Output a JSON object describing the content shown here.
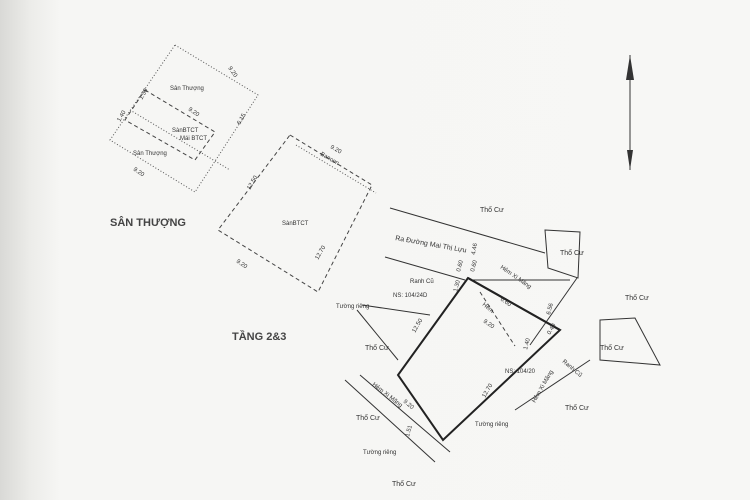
{
  "labels": {
    "san_thuong_title": "SÂN THƯỢNG",
    "tang_title": "TẦNG 2&3",
    "san_thuong_1": "Sân Thượng",
    "san_thuong_2": "Sân Thượng",
    "san_btct_1": "SànBTCT",
    "mai_btct": "Mái BTCT",
    "san_btct_2": "SànBTCT",
    "bancon": "Bancon",
    "ra_duong": "Ra Đường Mai Thị Lựu",
    "ranh_cu_1": "Ranh Cũ",
    "ranh_cu_2": "Ranh Cũ",
    "ns_1": "NS: 104/24D",
    "ns_2": "NS: 104/20",
    "hem": "Hẻm",
    "hem_xi_mang_1": "Hẻm Xi Măng",
    "hem_xi_mang_2": "Hẻm Xi Măng",
    "hem_xi_mang_3": "Hẻm Xi Măng",
    "tuong_rieng_1": "Tường riêng",
    "tuong_rieng_2": "Tường riêng",
    "tuong_rieng_3": "Tường riêng",
    "tho_cu": [
      "Thổ Cư",
      "Thổ Cư",
      "Thổ Cư",
      "Thổ Cư",
      "Thổ Cư",
      "Thổ Cư",
      "Thổ Cư",
      "Thổ Cư"
    ]
  },
  "dimensions": {
    "d920a": "9.20",
    "d615": "6.15",
    "d130": "1.30",
    "d140": "1.40",
    "d920b": "9.20",
    "d920c": "9.20",
    "d920d": "9.20",
    "d1250a": "12.50",
    "d1270a": "12.70",
    "d920e": "9.20",
    "d060a": "0.60",
    "d060b": "0.60",
    "d446": "4.46",
    "d660": "6.60",
    "d920f": "9.20",
    "d1250b": "12.50",
    "d1270b": "12.70",
    "d040": "0.40",
    "d656": "6.56",
    "d140b": "1.40",
    "d920g": "9.20",
    "d151": "1.51",
    "d130b": "1.30"
  }
}
